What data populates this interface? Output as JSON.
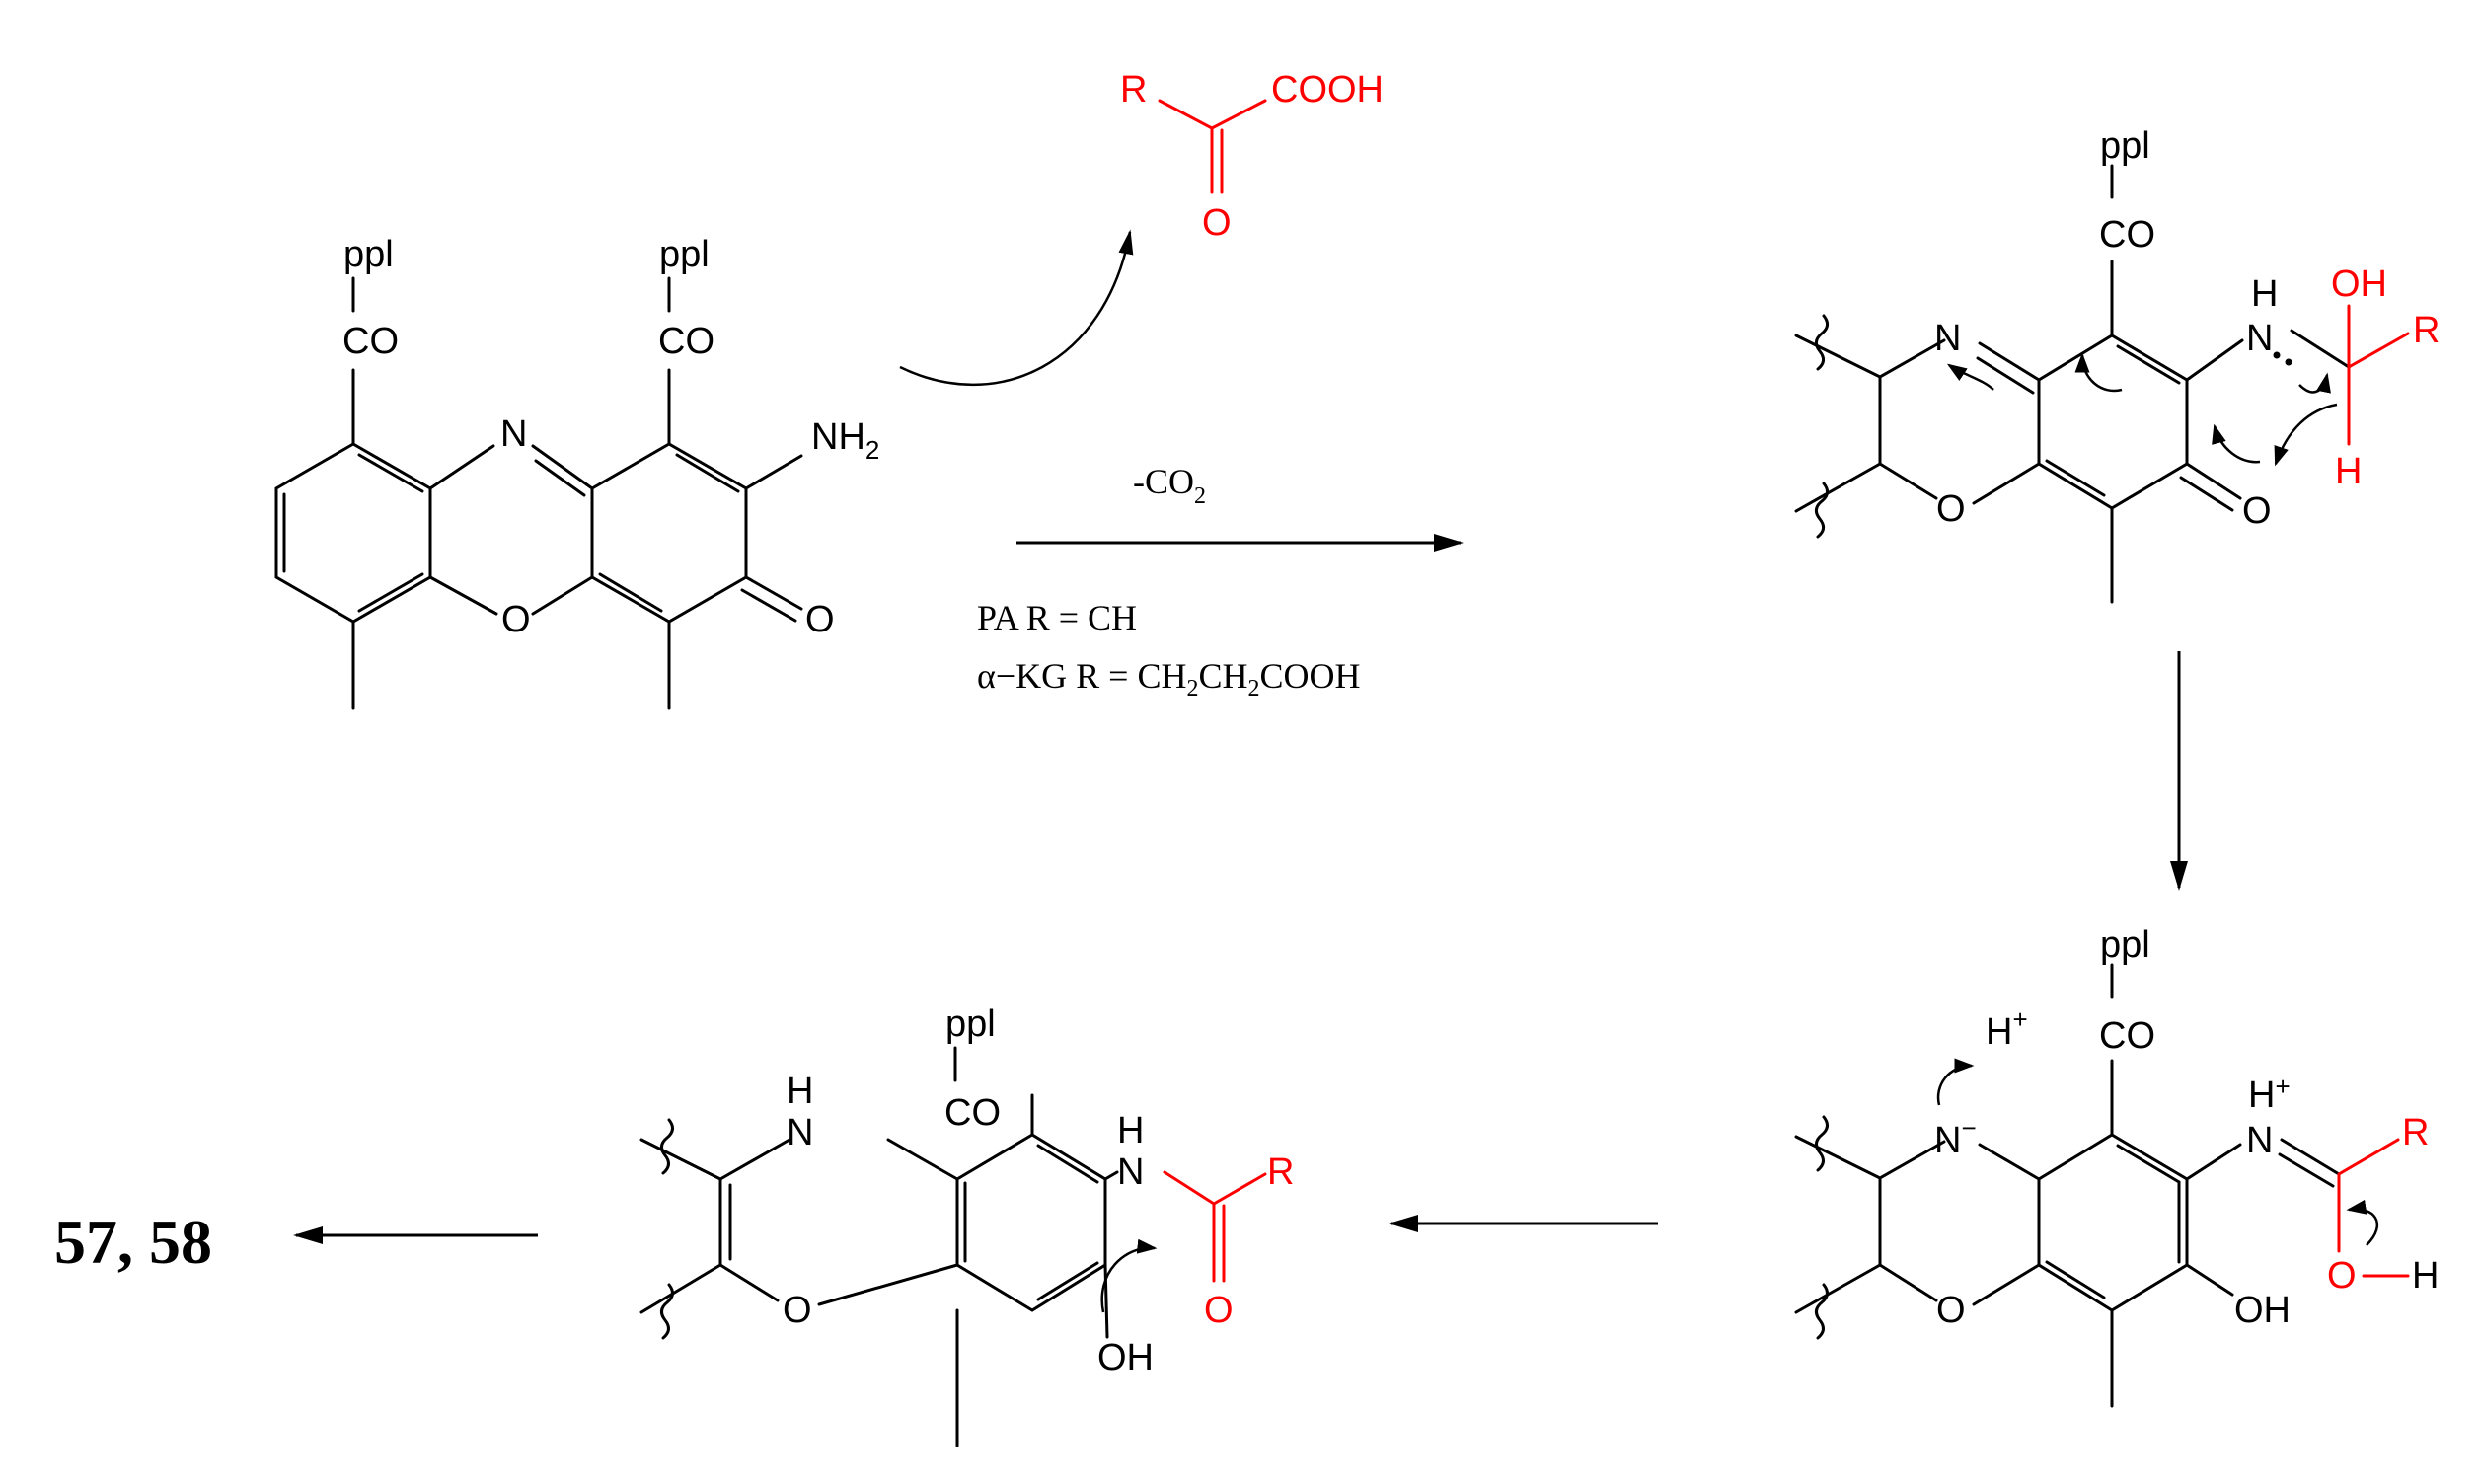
{
  "labels": {
    "ppl": "ppl",
    "co": "CO",
    "n": "N",
    "o": "O",
    "nh2_main": "NH",
    "nh2_sub": "2",
    "nh": "NH",
    "h": "H",
    "oh": "OH",
    "r": "R",
    "cooh": "COOH",
    "h_plus_main": "H",
    "h_plus_sup": "+",
    "n_minus_main": "N",
    "n_minus_sup": "−",
    "n_plus_sup": "+"
  },
  "conditions": {
    "minus_co2_main": "-CO",
    "minus_co2_sub": "2",
    "pa_line": "PA  R = CH",
    "akg_prefix": "α−KG R = CH",
    "akg_sub1": "2",
    "akg_mid": "CH",
    "akg_sub2": "2",
    "akg_suffix": "COOH"
  },
  "product": {
    "label": "57, 58"
  },
  "colors": {
    "reagent": "#ff0000",
    "structure": "#000000"
  }
}
